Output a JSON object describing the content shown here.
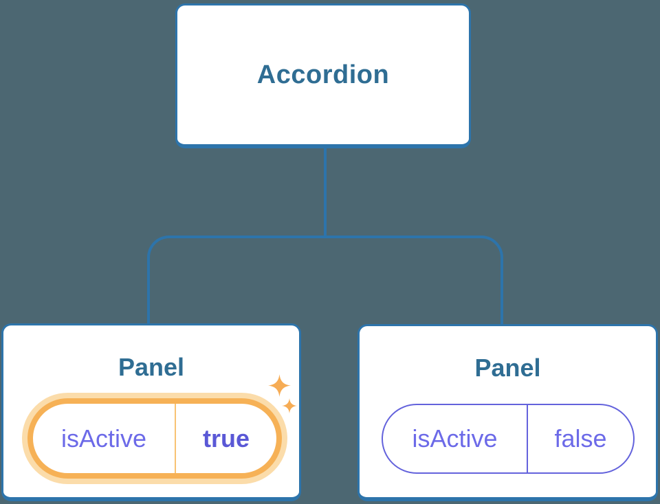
{
  "colors": {
    "background": "#4C6772",
    "connector": "#2D74AB",
    "node_border": "#2D74AB",
    "title_text": "#2F6D93",
    "state_text": "#6C6AE8",
    "state_value_active_text": "#5A58D6",
    "highlight_border": "#F6B156",
    "highlight_glow": "#FBDCAA",
    "default_pill_border": "#6362DC",
    "sparkle": "#F6AC55"
  },
  "tree": {
    "root": {
      "label": "Accordion"
    },
    "children": [
      {
        "label": "Panel",
        "state": {
          "key": "isActive",
          "value": "true"
        },
        "highlighted": true
      },
      {
        "label": "Panel",
        "state": {
          "key": "isActive",
          "value": "false"
        },
        "highlighted": false
      }
    ]
  }
}
